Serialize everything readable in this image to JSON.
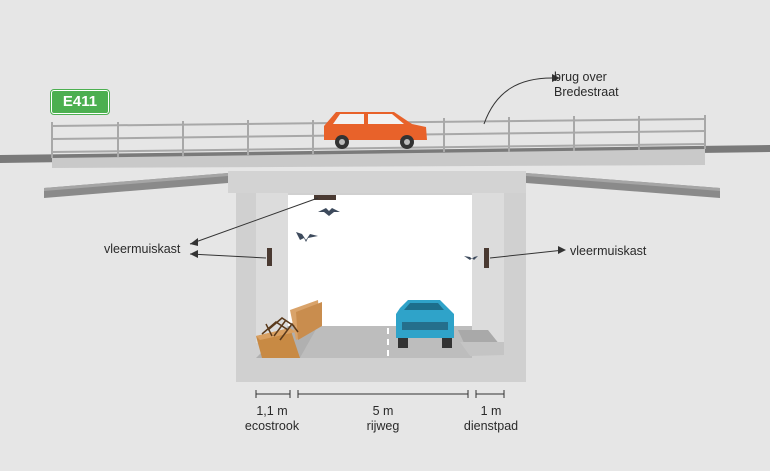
{
  "road_badge": "E411",
  "labels": {
    "bridge": [
      "brug over",
      "Bredestraat"
    ],
    "bat_box_left": "vleermuiskast",
    "bat_box_right": "vleermuiskast"
  },
  "dimensions": [
    {
      "value": "1,1 m",
      "name": "ecostrook"
    },
    {
      "value": "5 m",
      "name": "rijweg"
    },
    {
      "value": "1 m",
      "name": "dienstpad"
    }
  ],
  "colors": {
    "background": "#e6e6e6",
    "concrete": "#d0d0d0",
    "concrete_dark": "#9a9a9a",
    "road": "#bcbcbc",
    "badge_green": "#4caf50",
    "car_top": "#e8622a",
    "car_bottom": "#2fa3c9"
  }
}
